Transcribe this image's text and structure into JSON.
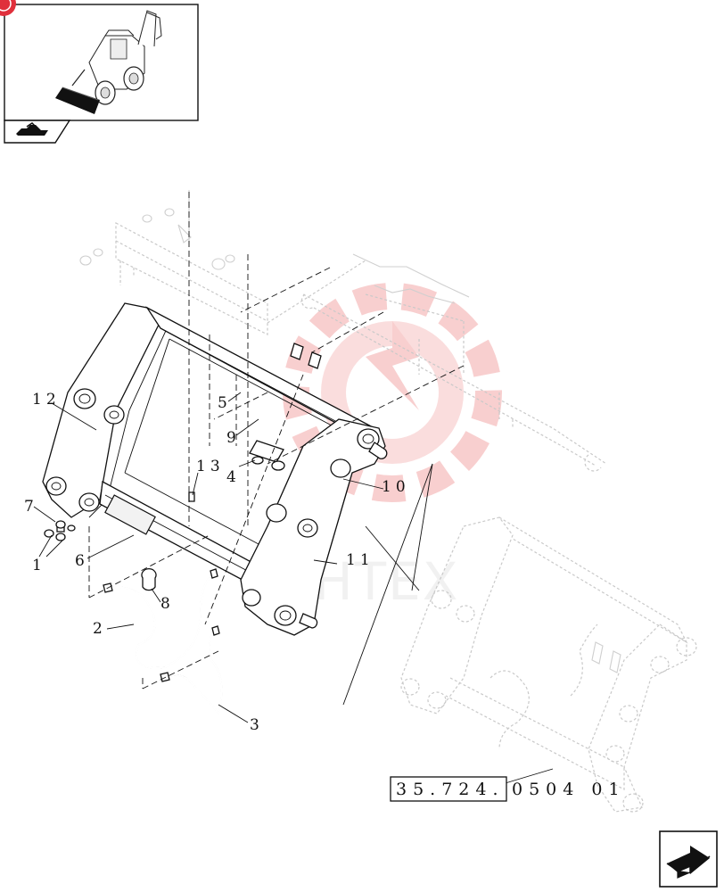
{
  "reference": {
    "box_text": "35.724.",
    "suffix_text": "0504 01"
  },
  "watermark": {
    "text": "MHTEX",
    "color": "#f6b7b7"
  },
  "callouts": [
    {
      "id": "c12",
      "label": "12"
    },
    {
      "id": "c5",
      "label": "5"
    },
    {
      "id": "c9",
      "label": "9"
    },
    {
      "id": "c4",
      "label": "4"
    },
    {
      "id": "c13",
      "label": "13"
    },
    {
      "id": "c10",
      "label": "10"
    },
    {
      "id": "c7",
      "label": "7"
    },
    {
      "id": "c1",
      "label": "1"
    },
    {
      "id": "c6",
      "label": "6"
    },
    {
      "id": "c11",
      "label": "11"
    },
    {
      "id": "c8",
      "label": "8"
    },
    {
      "id": "c2",
      "label": "2"
    },
    {
      "id": "c3",
      "label": "3"
    }
  ],
  "icons": {
    "thumbnail": "backhoe-loader-thumbnail-icon",
    "tab": "backhoe-silhouette-icon",
    "next": "next-page-arrow-icon",
    "badge": "corner-badge-icon"
  },
  "colors": {
    "ink": "#111111",
    "badge": "#e0303c",
    "ghost": "#c9c9c9"
  }
}
